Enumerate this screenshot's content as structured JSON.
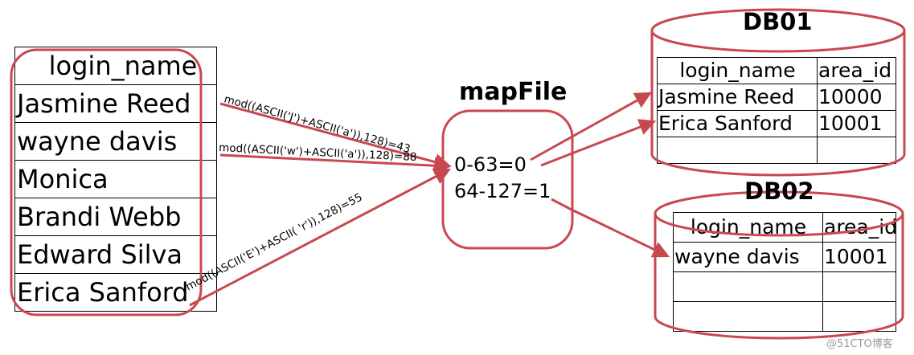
{
  "users": {
    "header": "login_name",
    "rows": [
      "Jasmine Reed",
      "wayne davis",
      "Monica",
      "Brandi Webb",
      "Edward Silva",
      "Erica Sanford"
    ]
  },
  "formulas": {
    "jasmine": "mod((ASCII('J')+ASCII('a')),128)=43",
    "wayne": "mod((ASCII('w')+ASCII('a')),128)=88",
    "erica": "mod((ASCII('E')+ASCII(  'r')),128)=55"
  },
  "mapfile": {
    "title": "mapFile",
    "ranges": [
      "0-63=0",
      "64-127=1"
    ]
  },
  "db01": {
    "title": "DB01",
    "headers": [
      "login_name",
      "area_id"
    ],
    "rows": [
      [
        "Jasmine Reed",
        "10000"
      ],
      [
        "Erica Sanford",
        "10001"
      ],
      [
        "",
        ""
      ]
    ]
  },
  "db02": {
    "title": "DB02",
    "headers": [
      "login_name",
      "area_id"
    ],
    "rows": [
      [
        "wayne davis",
        "10001"
      ],
      [
        "",
        ""
      ],
      [
        "",
        ""
      ]
    ]
  },
  "watermark": "@51CTO博客",
  "colors": {
    "highlight": "#c9484f",
    "line": "#000000"
  }
}
